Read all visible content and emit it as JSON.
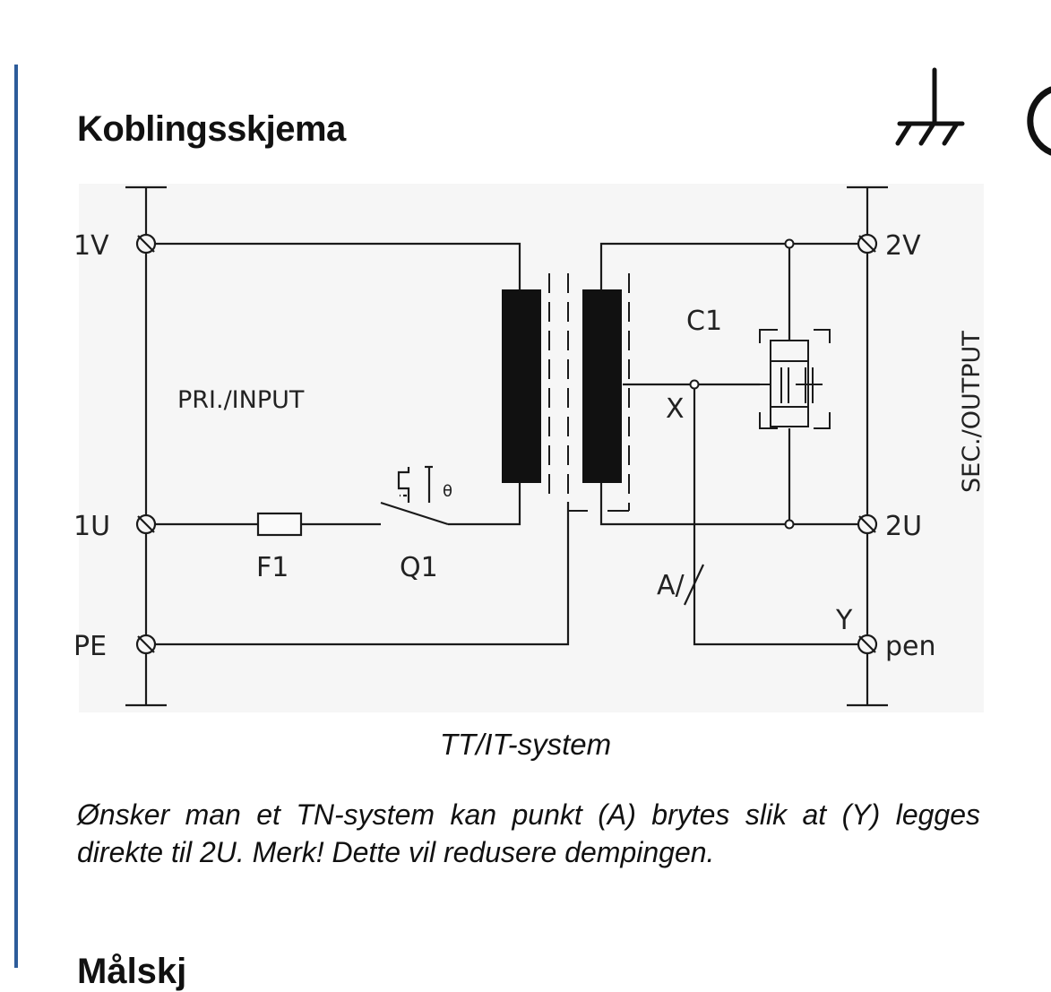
{
  "section": {
    "title": "Koblingsskjema",
    "next_title_partial": "Målskj"
  },
  "diagram": {
    "terminals_input": [
      "1V",
      "1U",
      "PE"
    ],
    "terminals_output": [
      "2V",
      "2U",
      "pen"
    ],
    "zone_input": "PRI./INPUT",
    "zone_output": "SEC./OUTPUT",
    "components": {
      "fuse": "F1",
      "breaker": "Q1",
      "breaker_symbol": "θ",
      "capacitor": "C1"
    },
    "points": {
      "x": "X",
      "a": "A/",
      "y": "Y"
    }
  },
  "caption": "TT/IT-system",
  "note": "Ønsker man et TN-system kan punkt (A) brytes slik at (Y) legges direkte til 2U. Merk! Dette vil redusere dempingen."
}
